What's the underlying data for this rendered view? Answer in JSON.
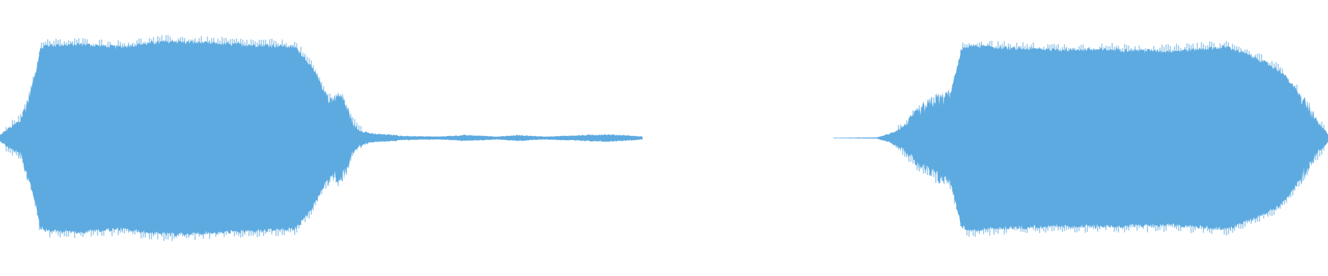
{
  "waveform": {
    "color": "#5DAAE0",
    "background": "#FFFFFF",
    "segments": [
      {
        "name": "segment-1",
        "amplitude_profile": [
          [
            0.0,
            0.02
          ],
          [
            0.005,
            0.06
          ],
          [
            0.015,
            0.12
          ],
          [
            0.022,
            0.3
          ],
          [
            0.028,
            0.52
          ],
          [
            0.03,
            0.64
          ],
          [
            0.034,
            0.67
          ],
          [
            0.06,
            0.68
          ],
          [
            0.09,
            0.66
          ],
          [
            0.115,
            0.69
          ],
          [
            0.13,
            0.7
          ],
          [
            0.15,
            0.69
          ],
          [
            0.175,
            0.68
          ],
          [
            0.205,
            0.67
          ],
          [
            0.222,
            0.66
          ],
          [
            0.226,
            0.62
          ],
          [
            0.232,
            0.55
          ],
          [
            0.238,
            0.46
          ],
          [
            0.244,
            0.34
          ],
          [
            0.25,
            0.26
          ],
          [
            0.254,
            0.32
          ],
          [
            0.258,
            0.28
          ],
          [
            0.262,
            0.2
          ],
          [
            0.266,
            0.1
          ],
          [
            0.27,
            0.06
          ],
          [
            0.28,
            0.03
          ],
          [
            0.3,
            0.02
          ]
        ]
      },
      {
        "name": "segment-quiet-blips",
        "amplitude_profile": [
          [
            0.3,
            0.015
          ],
          [
            0.33,
            0.01
          ],
          [
            0.35,
            0.02
          ],
          [
            0.365,
            0.015
          ],
          [
            0.375,
            0.01
          ],
          [
            0.39,
            0.02
          ],
          [
            0.41,
            0.01
          ],
          [
            0.44,
            0.02
          ],
          [
            0.455,
            0.025
          ],
          [
            0.47,
            0.02
          ],
          [
            0.484,
            0.01
          ]
        ]
      },
      {
        "name": "segment-2",
        "amplitude_profile": [
          [
            0.628,
            0.002
          ],
          [
            0.66,
            0.004
          ],
          [
            0.67,
            0.03
          ],
          [
            0.68,
            0.08
          ],
          [
            0.69,
            0.18
          ],
          [
            0.705,
            0.28
          ],
          [
            0.715,
            0.3
          ],
          [
            0.72,
            0.48
          ],
          [
            0.724,
            0.64
          ],
          [
            0.73,
            0.67
          ],
          [
            0.76,
            0.65
          ],
          [
            0.8,
            0.64
          ],
          [
            0.84,
            0.64
          ],
          [
            0.88,
            0.63
          ],
          [
            0.91,
            0.65
          ],
          [
            0.925,
            0.66
          ],
          [
            0.935,
            0.62
          ],
          [
            0.95,
            0.56
          ],
          [
            0.965,
            0.48
          ],
          [
            0.975,
            0.36
          ],
          [
            0.985,
            0.22
          ],
          [
            0.993,
            0.1
          ],
          [
            1.0,
            0.03
          ]
        ]
      }
    ]
  }
}
